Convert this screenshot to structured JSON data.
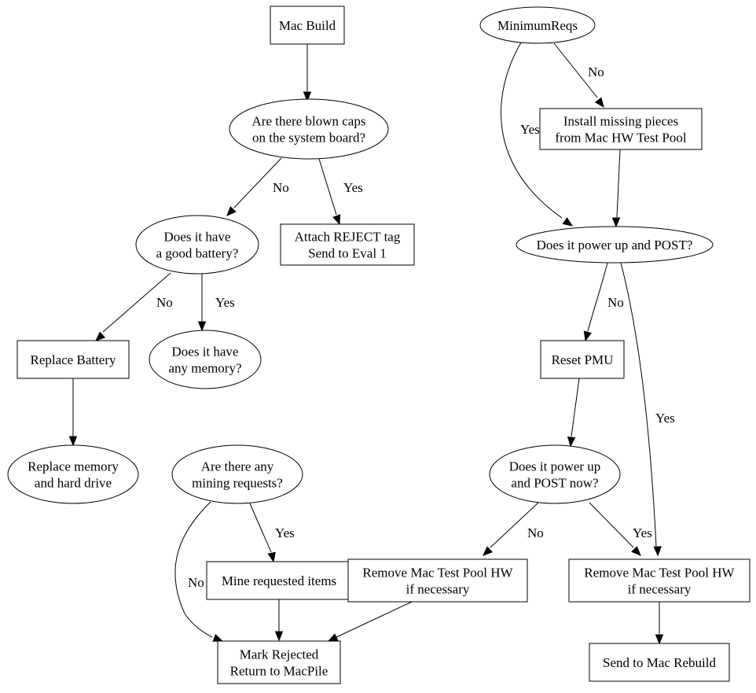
{
  "diagram": {
    "type": "flowchart",
    "nodes": {
      "mac_build": {
        "shape": "box",
        "lines": [
          "Mac Build"
        ]
      },
      "blown_caps": {
        "shape": "ellipse",
        "lines": [
          "Are there blown caps",
          "on the system board?"
        ]
      },
      "good_battery": {
        "shape": "ellipse",
        "lines": [
          "Does it have",
          "a good battery?"
        ]
      },
      "reject_tag": {
        "shape": "box",
        "lines": [
          "Attach REJECT tag",
          "Send to Eval 1"
        ]
      },
      "replace_battery": {
        "shape": "box",
        "lines": [
          "Replace Battery"
        ]
      },
      "any_memory": {
        "shape": "ellipse",
        "lines": [
          "Does it have",
          "any memory?"
        ]
      },
      "replace_memory": {
        "shape": "ellipse",
        "lines": [
          "Replace memory",
          "and hard drive"
        ]
      },
      "mining_requests": {
        "shape": "ellipse",
        "lines": [
          "Are there any",
          "mining requests?"
        ]
      },
      "mine_items": {
        "shape": "box",
        "lines": [
          "Mine requested items"
        ]
      },
      "mark_rejected": {
        "shape": "box",
        "lines": [
          "Mark Rejected",
          "Return to MacPile"
        ]
      },
      "minimum_reqs": {
        "shape": "ellipse",
        "lines": [
          "MinimumReqs"
        ]
      },
      "install_missing": {
        "shape": "box",
        "lines": [
          "Install missing pieces",
          "from Mac HW Test Pool"
        ]
      },
      "power_post": {
        "shape": "ellipse",
        "lines": [
          "Does it power up and POST?"
        ]
      },
      "reset_pmu": {
        "shape": "box",
        "lines": [
          "Reset PMU"
        ]
      },
      "power_post_now": {
        "shape": "ellipse",
        "lines": [
          "Does it power up",
          "and POST now?"
        ]
      },
      "remove_hw_no": {
        "shape": "box",
        "lines": [
          "Remove Mac Test Pool HW",
          "if necessary"
        ]
      },
      "remove_hw_yes": {
        "shape": "box",
        "lines": [
          "Remove Mac Test Pool HW",
          "if necessary"
        ]
      },
      "send_rebuild": {
        "shape": "box",
        "lines": [
          "Send to Mac Rebuild"
        ]
      }
    },
    "edges": [
      {
        "from": "mac_build",
        "to": "blown_caps",
        "label": ""
      },
      {
        "from": "blown_caps",
        "to": "good_battery",
        "label": "No"
      },
      {
        "from": "blown_caps",
        "to": "reject_tag",
        "label": "Yes"
      },
      {
        "from": "good_battery",
        "to": "replace_battery",
        "label": "No"
      },
      {
        "from": "good_battery",
        "to": "any_memory",
        "label": "Yes"
      },
      {
        "from": "replace_battery",
        "to": "replace_memory",
        "label": ""
      },
      {
        "from": "mining_requests",
        "to": "mine_items",
        "label": "Yes"
      },
      {
        "from": "mining_requests",
        "to": "mark_rejected",
        "label": "No"
      },
      {
        "from": "mine_items",
        "to": "mark_rejected",
        "label": ""
      },
      {
        "from": "minimum_reqs",
        "to": "install_missing",
        "label": "No"
      },
      {
        "from": "minimum_reqs",
        "to": "power_post",
        "label": "Yes"
      },
      {
        "from": "install_missing",
        "to": "power_post",
        "label": ""
      },
      {
        "from": "power_post",
        "to": "reset_pmu",
        "label": "No"
      },
      {
        "from": "power_post",
        "to": "remove_hw_yes",
        "label": "Yes"
      },
      {
        "from": "reset_pmu",
        "to": "power_post_now",
        "label": ""
      },
      {
        "from": "power_post_now",
        "to": "remove_hw_no",
        "label": "No"
      },
      {
        "from": "power_post_now",
        "to": "remove_hw_yes",
        "label": "Yes"
      },
      {
        "from": "remove_hw_no",
        "to": "mark_rejected",
        "label": ""
      },
      {
        "from": "remove_hw_yes",
        "to": "send_rebuild",
        "label": ""
      }
    ]
  }
}
